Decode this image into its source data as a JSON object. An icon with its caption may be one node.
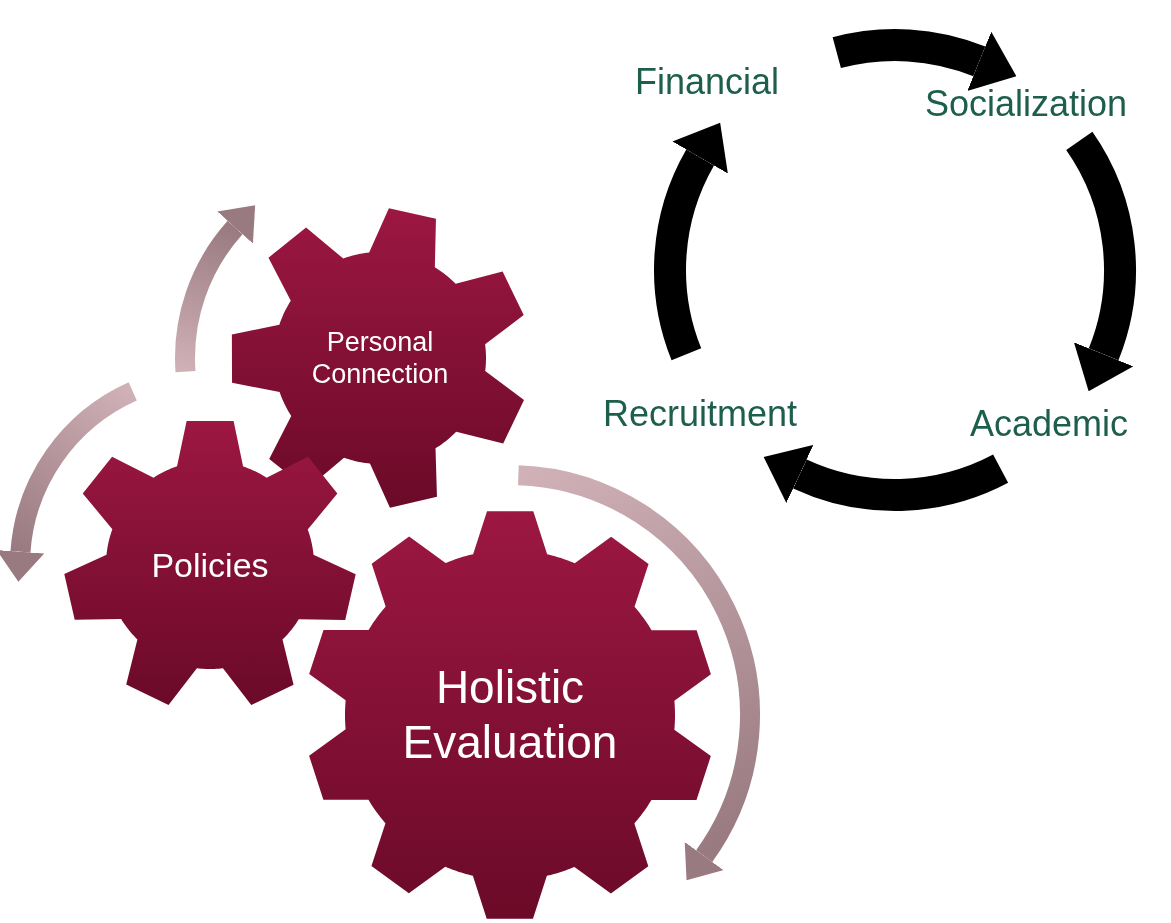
{
  "diagram": {
    "nodes": [
      {
        "text": [
          "Financial"
        ]
      },
      {
        "text": [
          "Socialization"
        ]
      },
      {
        "text": [
          "Academic"
        ]
      },
      {
        "text": [
          "Recruitment"
        ]
      },
      {
        "text": [
          "Personal Connection"
        ]
      },
      {
        "text": [
          "Policies"
        ]
      },
      {
        "text": [
          "Holistic Evaluation"
        ]
      }
    ],
    "edges": [
      {
        "from": 0,
        "to": 1,
        "arrow": "to"
      },
      {
        "from": 1,
        "to": 2,
        "arrow": "to"
      },
      {
        "from": 2,
        "to": 3,
        "arrow": "to"
      },
      {
        "from": 3,
        "to": 0,
        "arrow": "to"
      }
    ]
  }
}
